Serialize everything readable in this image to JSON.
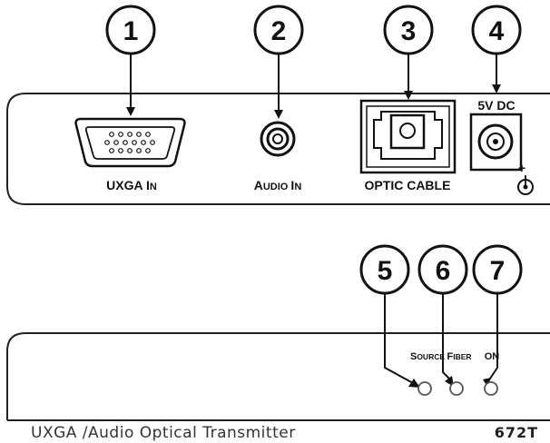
{
  "callouts": [
    "1",
    "2",
    "3",
    "4",
    "5",
    "6",
    "7"
  ],
  "rear_panel": {
    "uxga_in": {
      "main": "UXGA ",
      "smallcap_initial": "I",
      "smallcap_rest": "N"
    },
    "audio_in": {
      "cap1": "A",
      "small1": "UDIO ",
      "cap2": "I",
      "small2": "N"
    },
    "optic_cable": "OPTIC CABLE",
    "power": "5V DC",
    "polarity": "+"
  },
  "front_panel": {
    "source": {
      "cap": "S",
      "small": "OURCE"
    },
    "fiber": {
      "cap": "F",
      "small": "IBER"
    },
    "on": "ON",
    "product_title": "UXGA /Audio Optical Transmitter",
    "model": "672T"
  }
}
